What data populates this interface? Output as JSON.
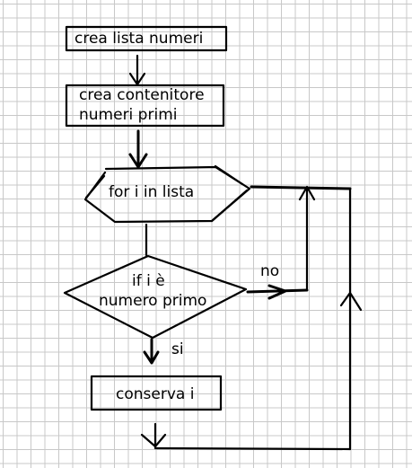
{
  "nodes": {
    "create_list": "crea lista numeri",
    "create_container_line1": "crea contenitore",
    "create_container_line2": "numeri primi",
    "loop": "for i in lista",
    "decision_line1": "if i è",
    "decision_line2": "numero primo",
    "keep": "conserva i"
  },
  "edges": {
    "no": "no",
    "yes": "si"
  }
}
